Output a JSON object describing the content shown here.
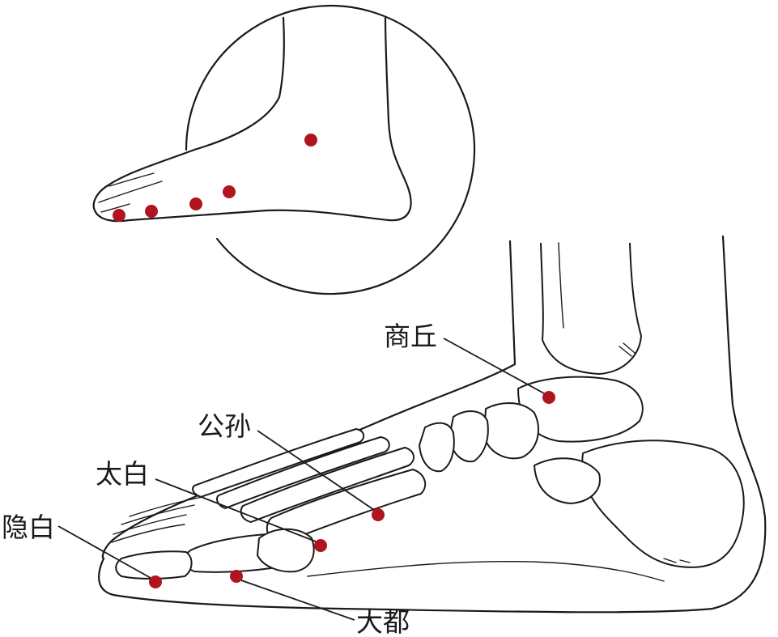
{
  "diagram": {
    "point_color": "#b0141e",
    "line_color": "#1a1a1a",
    "acupoints": [
      {
        "id": "shangqiu",
        "label": "商丘"
      },
      {
        "id": "gongsun",
        "label": "公孙"
      },
      {
        "id": "taibai",
        "label": "太白"
      },
      {
        "id": "yinbai",
        "label": "隐白"
      },
      {
        "id": "dadu",
        "label": "大都"
      }
    ]
  }
}
